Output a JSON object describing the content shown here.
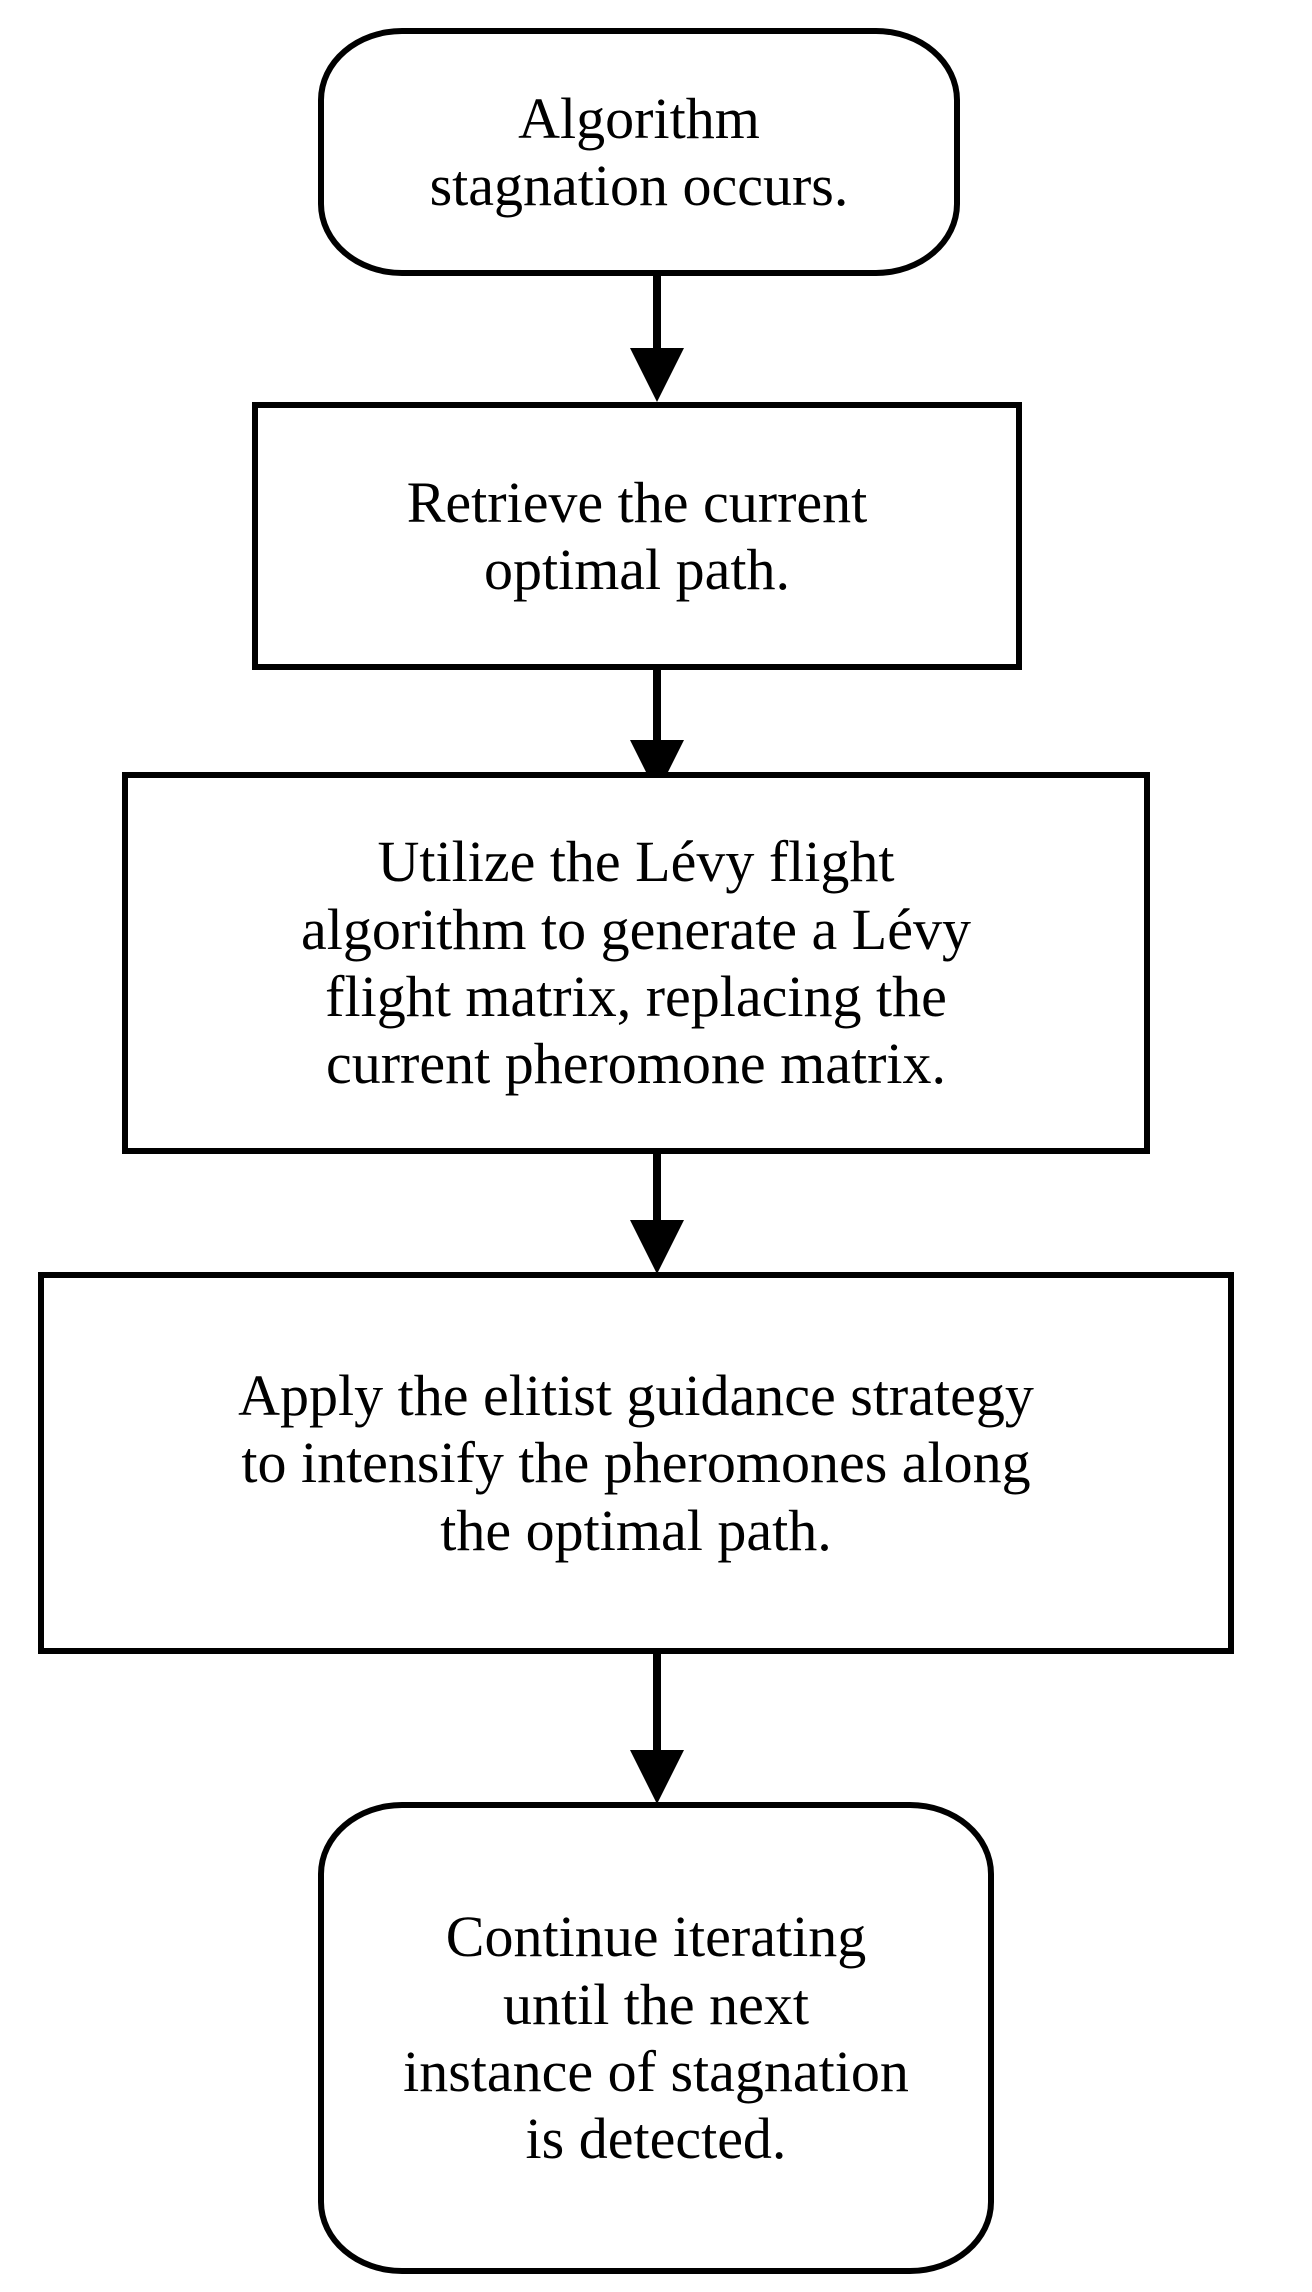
{
  "diagram": {
    "title": "Algorithm stagnation handling flowchart",
    "background_color": "#ffffff",
    "stroke_color": "#000000",
    "text_color": "#000000",
    "nodes": [
      {
        "id": "start",
        "shape": "terminal",
        "text": "Algorithm\nstagnation occurs."
      },
      {
        "id": "step1",
        "shape": "process",
        "text": "Retrieve the current\noptimal path."
      },
      {
        "id": "step2",
        "shape": "process",
        "text": "Utilize the Lévy flight\nalgorithm to generate a Lévy\nflight matrix, replacing the\ncurrent pheromone matrix."
      },
      {
        "id": "step3",
        "shape": "process",
        "text": "Apply the elitist guidance strategy\nto intensify the pheromones along\nthe optimal path."
      },
      {
        "id": "end",
        "shape": "terminal",
        "text": "Continue iterating\nuntil the next\ninstance of stagnation\nis detected."
      }
    ],
    "edges": [
      {
        "id": "edge1",
        "from": "start",
        "to": "step1",
        "label": "",
        "arrow": "down-arrow"
      },
      {
        "id": "edge2",
        "from": "step1",
        "to": "step2",
        "label": "",
        "arrow": "down-arrow"
      },
      {
        "id": "edge3",
        "from": "step2",
        "to": "step3",
        "label": "",
        "arrow": "down-arrow"
      },
      {
        "id": "edge4",
        "from": "step3",
        "to": "end",
        "label": "",
        "arrow": "down-arrow"
      }
    ]
  }
}
